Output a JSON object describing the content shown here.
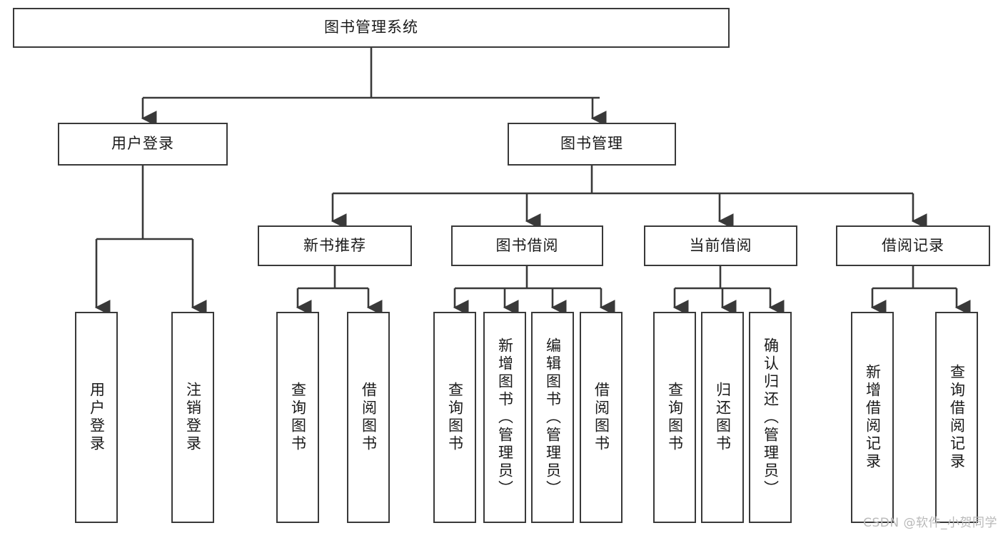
{
  "diagram": {
    "title": "图书管理系统",
    "watermark": "CSDN @软件_小贺同学",
    "line_color": "#393939",
    "text_color": "#1a1a1a",
    "background": "#ffffff",
    "nodes": {
      "root": "图书管理系统",
      "level2": {
        "user_login": "用户登录",
        "book_manage": "图书管理"
      },
      "level3": {
        "new_book_recommend": "新书推荐",
        "book_borrow": "图书借阅",
        "current_borrow": "当前借阅",
        "borrow_record": "借阅记录"
      },
      "leaves": {
        "user_login_1": "用户登录",
        "user_login_2": "注销登录",
        "recommend_1": "查询图书",
        "recommend_2": "借阅图书",
        "borrow_1": "查询图书",
        "borrow_2": "新增图书（管理员）",
        "borrow_3": "编辑图书（管理员）",
        "borrow_4": "借阅图书",
        "current_1": "查询图书",
        "current_2": "归还图书",
        "current_3": "确认归还（管理员）",
        "record_1": "新增借阅记录",
        "record_2": "查询借阅记录"
      }
    }
  }
}
